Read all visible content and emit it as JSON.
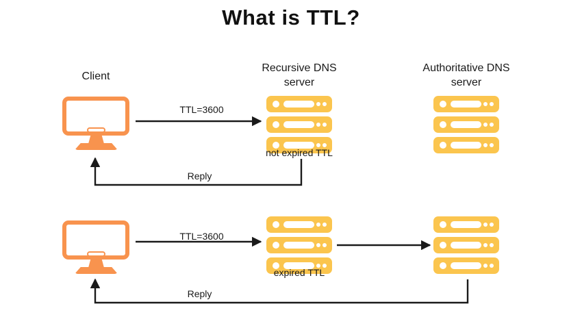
{
  "page": {
    "title": "What is TTL?",
    "background": "#ffffff"
  },
  "colors": {
    "orange": "#F8934E",
    "amber": "#FBC54E",
    "line": "#1a1a1a",
    "text": "#1a1a1a",
    "title": "#111111"
  },
  "column_labels": {
    "client": "Client",
    "recursive": "Recursive DNS\nserver",
    "recursive_line1": "Recursive DNS",
    "recursive_line2": "server",
    "authoritative_line1": "Authoritative DNS",
    "authoritative_line2": "server"
  },
  "icons": {
    "client": "desktop-monitor-icon",
    "server": "server-stack-icon"
  },
  "rows": [
    {
      "id": "row-not-expired",
      "request_label": "TTL=3600",
      "reply_label": "Reply",
      "cache_state_caption": "not expired TTL",
      "forwards_to_authoritative": false,
      "reply_origin": "recursive"
    },
    {
      "id": "row-expired",
      "request_label": "TTL=3600",
      "forward_label": "",
      "reply_label": "Reply",
      "cache_state_caption": "expired TTL",
      "forwards_to_authoritative": true,
      "reply_origin": "authoritative"
    }
  ],
  "server_unit": {
    "led": "status-led",
    "bar": "drive-bay",
    "dots": [
      "port",
      "port",
      "port"
    ],
    "units_per_stack": 3
  }
}
